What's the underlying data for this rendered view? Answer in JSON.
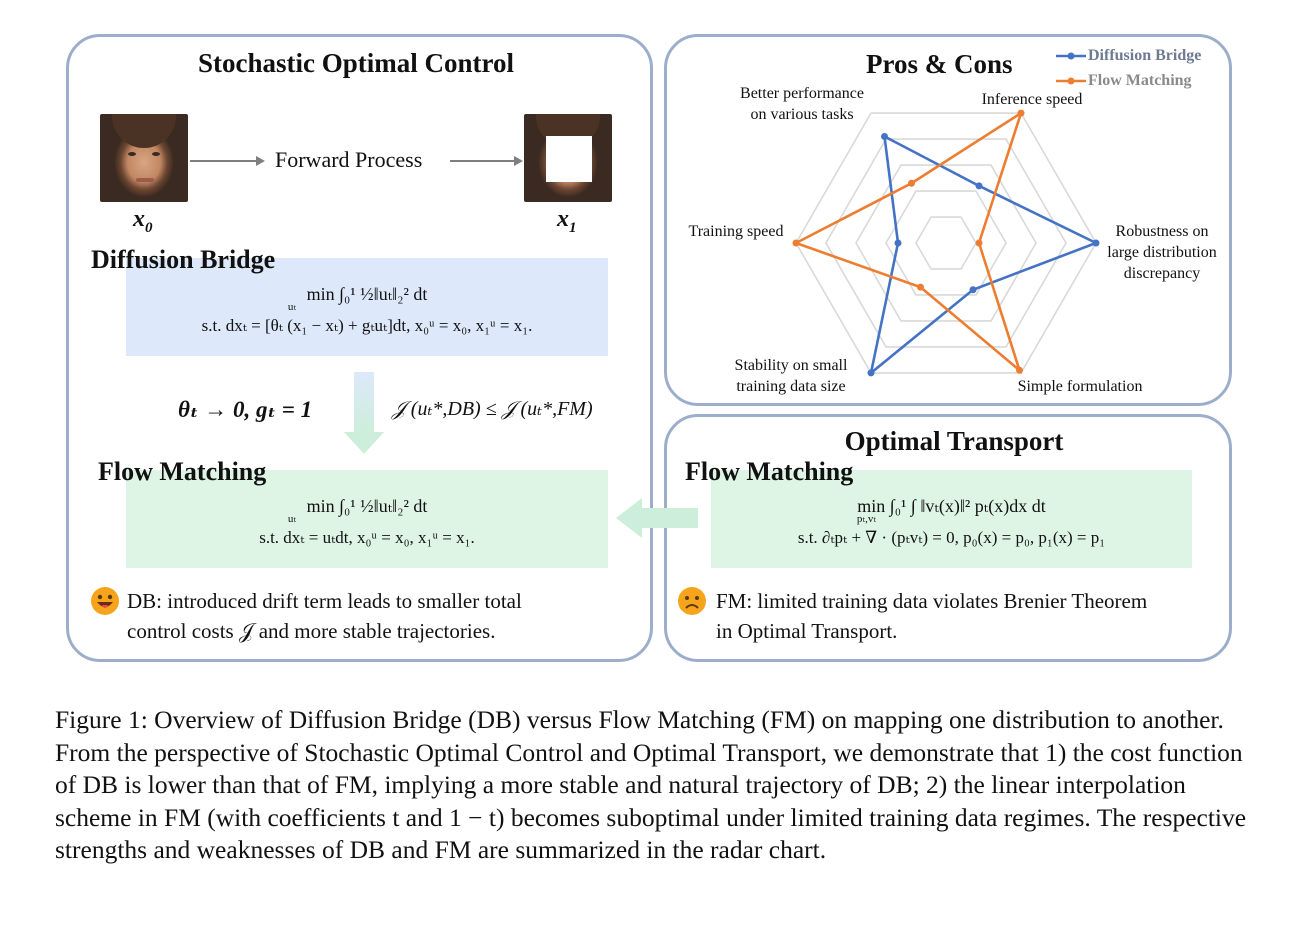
{
  "left_panel": {
    "title": "Stochastic Optimal Control",
    "forward_label": "Forward Process",
    "x0_label": "x",
    "x0_sub": "0",
    "x1_label": "x",
    "x1_sub": "1",
    "db_heading": "Diffusion Bridge",
    "db_eq1": "min ∫₀¹ ½‖uₜ‖₂² dt",
    "db_eq1_sub": "uₜ",
    "db_eq2": "s.t. dxₜ = [θₜ (x₁ − xₜ) + gₜuₜ]dt, x₀ᵘ = x₀, x₁ᵘ = x₁.",
    "limit_text": "θₜ → 0, gₜ = 1",
    "cost_ineq": "𝒥 (uₜ*,DB) ≤ 𝒥 (uₜ*,FM)",
    "fm_heading": "Flow Matching",
    "fm_eq1": "min ∫₀¹ ½‖uₜ‖₂² dt",
    "fm_eq1_sub": "uₜ",
    "fm_eq2": "s.t. dxₜ = uₜdt, x₀ᵘ = x₀, x₁ᵘ = x₁.",
    "note_line1": "DB: introduced drift term leads to smaller total",
    "note_line2": "control costs 𝒥 and more stable trajectories."
  },
  "radar_panel": {
    "title": "Pros & Cons",
    "labels": {
      "top_left_1": "Better performance",
      "top_left_2": "on various tasks",
      "top_right": "Inference speed",
      "left": "Training  speed",
      "right_1": "Robustness on",
      "right_2": "large distribution",
      "right_3": "discrepancy",
      "bottom_left_1": "Stability  on small",
      "bottom_left_2": "training  data size",
      "bottom_right": "Simple formulation"
    }
  },
  "ot_panel": {
    "title": "Optimal Transport",
    "fm_heading": "Flow Matching",
    "eq1": "min ∫₀¹ ∫ ‖vₜ(x)‖² pₜ(x)dx dt",
    "eq1_sub": "pₜ,vₜ",
    "eq2": "s.t. ∂ₜpₜ + ∇ · (pₜvₜ) = 0,  p₀(x) = p₀, p₁(x) = p₁",
    "note_line1": "FM: limited training data violates Brenier Theorem",
    "note_line2": "in Optimal Transport."
  },
  "chart_data": {
    "type": "radar",
    "axes": [
      "Better performance on various tasks",
      "Inference speed",
      "Robustness on large distribution discrepancy",
      "Simple formulation",
      "Stability on small training data size",
      "Training speed"
    ],
    "rings": 5,
    "max": 5,
    "series": [
      {
        "name": "Diffusion Bridge",
        "values": [
          4.1,
          2.2,
          5.0,
          1.8,
          5.0,
          1.6
        ]
      },
      {
        "name": "Flow Matching",
        "values": [
          2.3,
          5.0,
          1.1,
          4.9,
          1.7,
          5.0
        ]
      }
    ],
    "colors": {
      "Diffusion Bridge": "#4472c4",
      "Flow Matching": "#ed7d31"
    },
    "legend_position": "top-right",
    "grid_color": "#d9d9d9"
  },
  "caption": "Figure 1: Overview of Diffusion Bridge (DB) versus Flow Matching (FM) on mapping one distribution to another. From the perspective of Stochastic Optimal Control and Optimal Transport, we demonstrate that 1) the cost function of DB is lower than that of FM, implying a more stable and natural trajectory of DB; 2) the linear interpolation scheme in FM (with coefficients t and 1 − t) becomes suboptimal under limited training data regimes. The respective strengths and weaknesses of DB and FM are summarized in the radar chart.",
  "colors": {
    "panel_border": "#9daecb",
    "db_box": "#dde9fb",
    "fm_box": "#def4e5",
    "arrow_green": "#cdeedb"
  },
  "icons": {
    "happy": "grinning-face-with-tongue-icon",
    "sad": "frowning-face-icon"
  }
}
